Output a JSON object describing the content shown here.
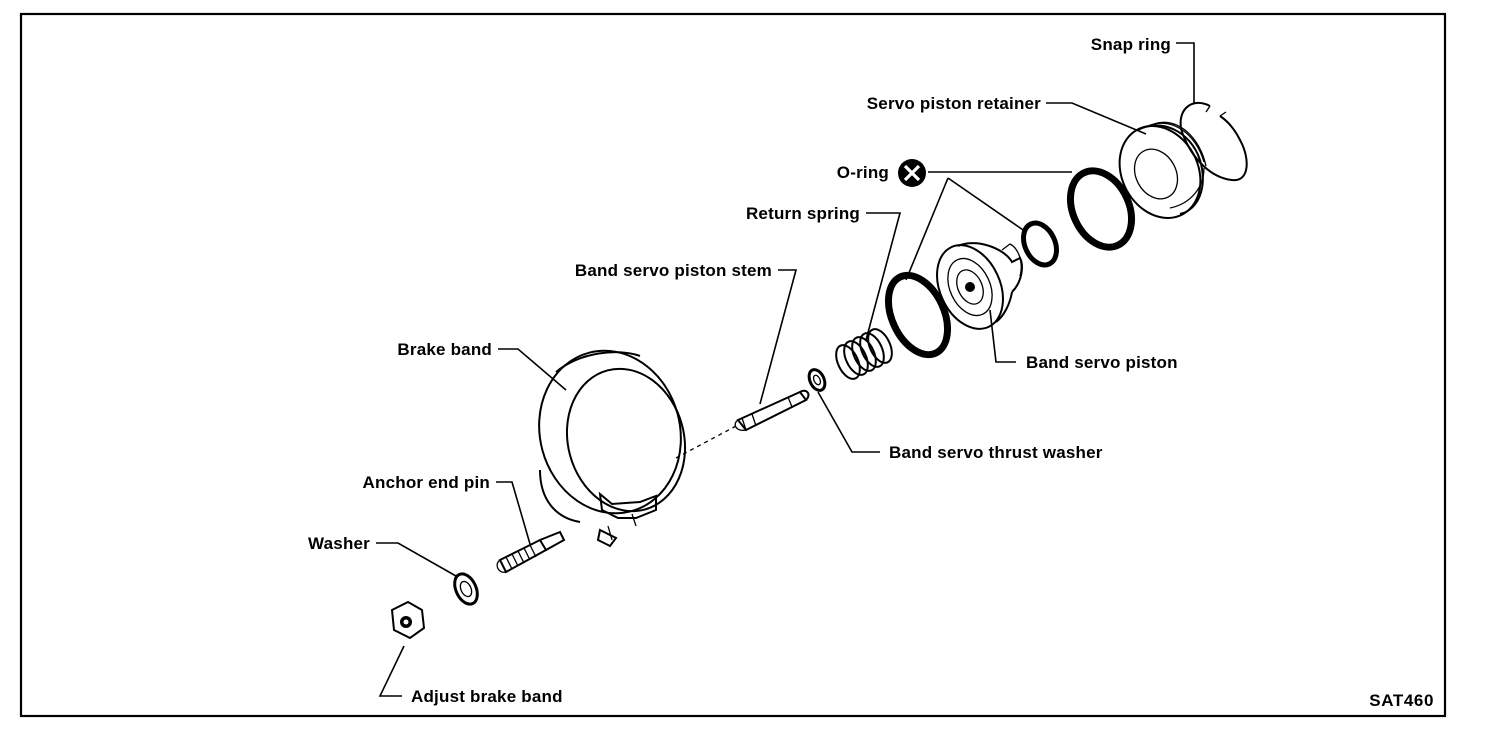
{
  "diagram": {
    "code": "SAT460",
    "labels": {
      "snap_ring": "Snap ring",
      "servo_piston_retainer": "Servo piston retainer",
      "o_ring": "O-ring",
      "return_spring": "Return spring",
      "band_servo_piston_stem": "Band servo piston stem",
      "brake_band": "Brake band",
      "band_servo_piston": "Band servo piston",
      "band_servo_thrust_washer": "Band servo thrust washer",
      "anchor_end_pin": "Anchor end pin",
      "washer": "Washer",
      "adjust_brake_band": "Adjust brake band"
    },
    "o_ring_symbol": "circled-x-icon"
  }
}
